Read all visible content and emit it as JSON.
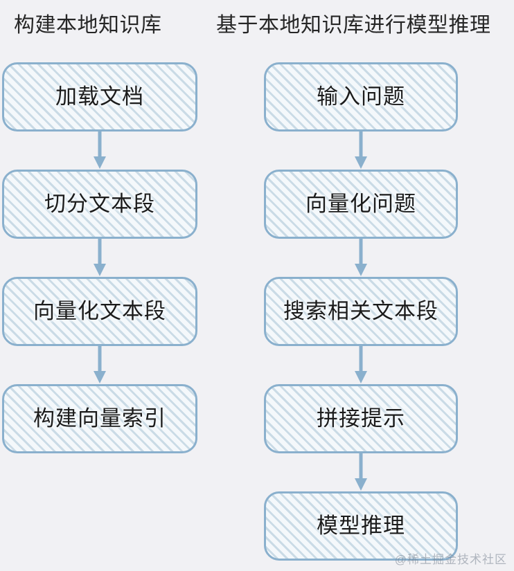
{
  "background_color": "#f1f1f4",
  "theme": {
    "box_border_color": "#8ab0cd",
    "box_fill_color": "#f4f8fb",
    "hatch_color": "#a8c3d4",
    "arrow_color": "#8ab0cd",
    "text_color": "#1b1b1b",
    "title_color": "#262626"
  },
  "columns": [
    {
      "id": "build-local-knowledge-base",
      "title": "构建本地知识库",
      "nodes": [
        {
          "id": "load-document",
          "label": "加载文档"
        },
        {
          "id": "split-text-chunks",
          "label": "切分文本段"
        },
        {
          "id": "embed-text-chunks",
          "label": "向量化文本段"
        },
        {
          "id": "build-vector-index",
          "label": "构建向量索引"
        }
      ]
    },
    {
      "id": "model-inference-on-knowledge-base",
      "title": "基于本地知识库进行模型推理",
      "nodes": [
        {
          "id": "input-question",
          "label": "输入问题"
        },
        {
          "id": "embed-question",
          "label": "向量化问题"
        },
        {
          "id": "search-relevant-chunks",
          "label": "搜索相关文本段"
        },
        {
          "id": "assemble-prompt",
          "label": "拼接提示"
        },
        {
          "id": "model-inference",
          "label": "模型推理"
        }
      ]
    }
  ],
  "watermark": "@稀土掘金技术社区"
}
